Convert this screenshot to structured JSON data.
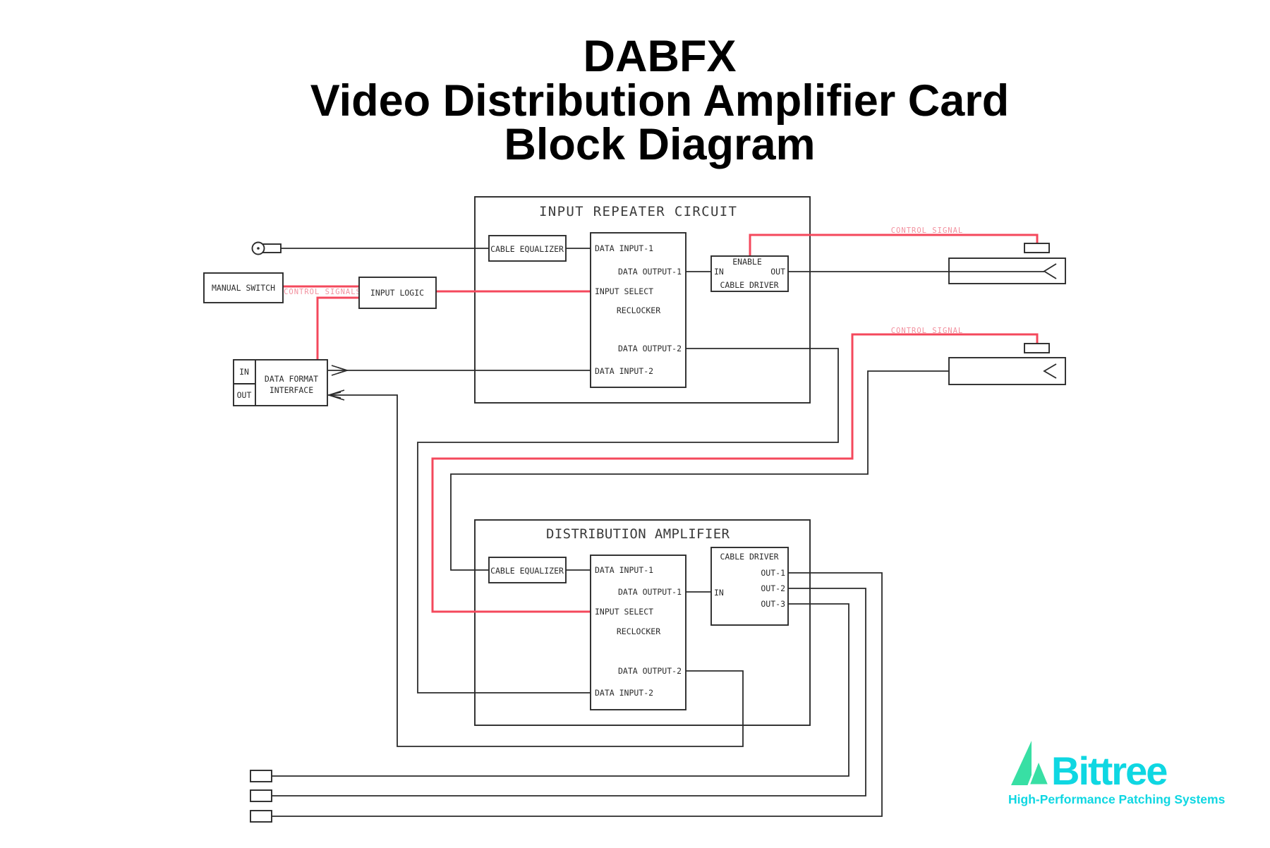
{
  "title": {
    "line1": "DABFX",
    "line2": "Video Distribution Amplifier Card",
    "line3": "Block Diagram"
  },
  "input_repeater": {
    "title": "INPUT REPEATER CIRCUIT",
    "cable_equalizer": "CABLE EQUALIZER",
    "core": {
      "data_input_1": "DATA INPUT-1",
      "data_output_1": "DATA OUTPUT-1",
      "input_select": "INPUT SELECT",
      "reclocker": "RECLOCKER",
      "data_output_2": "DATA OUTPUT-2",
      "data_input_2": "DATA INPUT-2"
    },
    "cable_driver": {
      "enable": "ENABLE",
      "in": "IN",
      "out": "OUT",
      "label": "CABLE DRIVER"
    }
  },
  "distribution_amplifier": {
    "title": "DISTRIBUTION AMPLIFIER",
    "cable_equalizer": "CABLE EQUALIZER",
    "core": {
      "data_input_1": "DATA INPUT-1",
      "data_output_1": "DATA OUTPUT-1",
      "input_select": "INPUT SELECT",
      "reclocker": "RECLOCKER",
      "data_output_2": "DATA OUTPUT-2",
      "data_input_2": "DATA INPUT-2"
    },
    "cable_driver": {
      "label": "CABLE DRIVER",
      "out_1": "OUT-1",
      "out_2": "OUT-2",
      "out_3": "OUT-3",
      "in": "IN"
    }
  },
  "control_path": {
    "manual_switch": "MANUAL SWITCH",
    "input_logic": "INPUT LOGIC",
    "control_signals_label": "CONTROL SIGNALS",
    "control_signal_top_label": "CONTROL SIGNAL",
    "control_signal_bottom_label": "CONTROL SIGNAL"
  },
  "data_format_interface": {
    "in": "IN",
    "out": "OUT",
    "name_line1": "DATA FORMAT",
    "name_line2": "INTERFACE"
  },
  "logo": {
    "brand": "Bittree",
    "tagline": "High-Performance Patching Systems"
  },
  "colors": {
    "background": "#ffffff",
    "diagram_line": "#2b2b2b",
    "control_signal_red": "#f4485c",
    "control_signal_text_pink": "#f2919f",
    "logo_cyan": "#0fd7e2",
    "logo_green": "#38dfa4",
    "title_black": "#000000"
  }
}
